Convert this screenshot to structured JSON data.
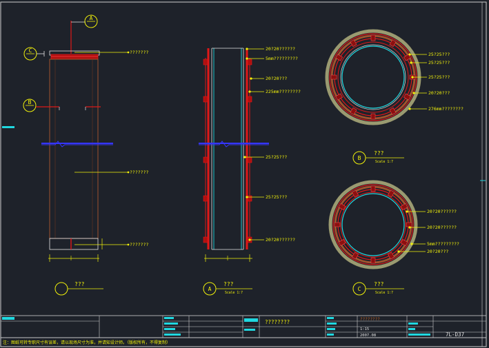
{
  "elevation_left": {
    "bubble_top": "A",
    "bubble_c": "C",
    "bubble_b": "B",
    "callout_top": "???????",
    "callout_mid": "???????",
    "callout_bottom": "???????",
    "title": "???"
  },
  "section_a": {
    "callouts": [
      "20?20??????",
      "5mm?????????",
      "20?20???",
      "225mm????????",
      "25?25???",
      "25?25???",
      "20?20??????"
    ],
    "bubble": "A",
    "title": "???",
    "scale": "Scale  1:7"
  },
  "section_b": {
    "callouts": [
      "25?25???",
      "25?25???",
      "25?25???",
      "20?20???",
      "276mm????????"
    ],
    "bubble": "B",
    "title": "???",
    "scale": "Scale  1:7"
  },
  "section_c": {
    "callouts": [
      "20?20??????",
      "20?20??????",
      "5mm?????????",
      "20?20???"
    ],
    "bubble": "C",
    "title": "???",
    "scale": "Scale  1:7"
  },
  "title_block": {
    "project_name": "????????",
    "drawing_name_value": "????????",
    "scale_value": "1:15",
    "date_value": "2007.08",
    "drawing_no": "7L-D37",
    "note": "注：图纸可转专职尺寸有误差，请以现场尺寸为准，并请知设计师。（版权所有，不得复制）"
  },
  "colors": {
    "background": "#1e222a",
    "annotation": "#f2f20a",
    "structure": "#e01818",
    "wood": "#a0522d",
    "glass": "#20d8e0",
    "frame": "#d0d0d0",
    "section_line": "#3535ff",
    "concrete": "#9a9a70"
  }
}
